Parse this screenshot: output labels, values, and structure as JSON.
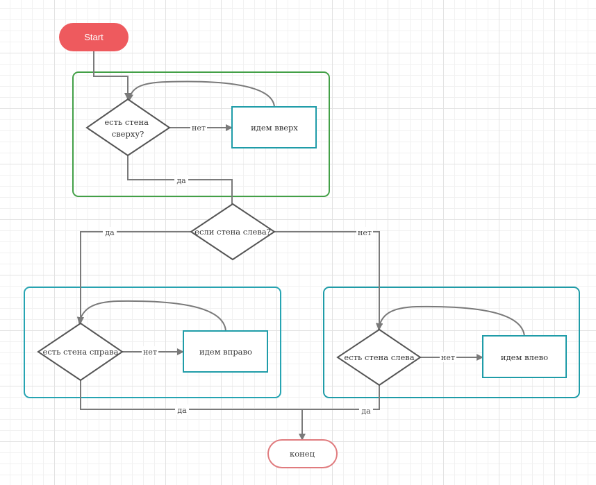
{
  "nodes": {
    "start": "Start",
    "end": "конец",
    "check_up_l1": "есть стена",
    "check_up_l2": "сверху?",
    "go_up": "идем вверх",
    "check_left_main": "если стена слева?",
    "check_right": "есть стена справа",
    "go_right": "идем вправо",
    "check_left": "есть стена слева",
    "go_left": "идем влево"
  },
  "edges": {
    "up_no": "нет",
    "up_yes": "да",
    "left_main_yes": "да",
    "left_main_no": "нет",
    "right_no": "нет",
    "right_yes": "да",
    "left_no": "нет",
    "left_yes": "да"
  },
  "colors": {
    "start_fill": "#ee5a5e",
    "end_stroke": "#e07b7e",
    "group_green": "#43a047",
    "group_teal": "#26a4b2",
    "process_stroke": "#1f9ca8",
    "line": "#7a7a7a"
  }
}
